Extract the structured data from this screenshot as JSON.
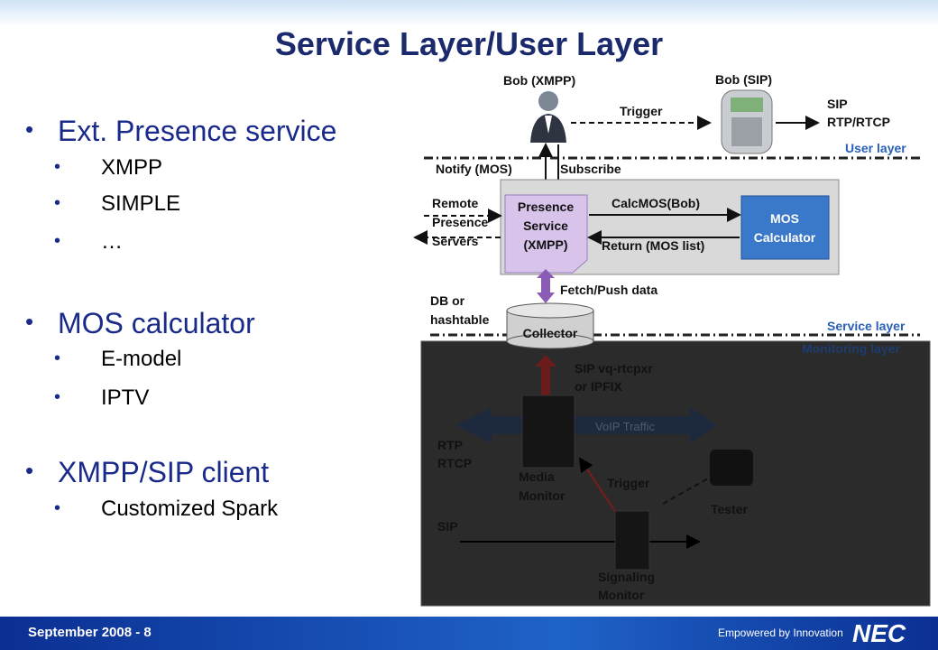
{
  "title": "Service Layer/User Layer",
  "bullets": [
    {
      "text": "Ext. Presence service",
      "subs": [
        "XMPP",
        "SIMPLE",
        "…"
      ]
    },
    {
      "text": "MOS calculator",
      "subs": [
        "E-model",
        "IPTV"
      ]
    },
    {
      "text": "XMPP/SIP client",
      "subs": [
        "Customized Spark"
      ]
    }
  ],
  "diagram": {
    "bob_xmpp": "Bob (XMPP)",
    "bob_sip": "Bob (SIP)",
    "trigger_top": "Trigger",
    "sip_label": "SIP",
    "rtp_rtcp": "RTP/RTCP",
    "user_layer": "User layer",
    "notify": "Notify (MOS)",
    "subscribe": "Subscribe",
    "remote": "Remote",
    "presence": "Presence",
    "servers": "Servers",
    "presence_service": [
      "Presence",
      "Service",
      "(XMPP)"
    ],
    "calcmos": "CalcMOS(Bob)",
    "return_mos": "Return (MOS list)",
    "mos_calculator": [
      "MOS",
      "Calculator"
    ],
    "fetch_push": "Fetch/Push data",
    "db_or": "DB or",
    "hashtable": "hashtable",
    "collector": "Collector",
    "service_layer": "Service layer",
    "monitoring_layer": "Monitoring layer",
    "sip_vq": "SIP vq-rtcpxr",
    "or_ipfix": "or IPFIX",
    "voip_traffic": "VoIP Traffic",
    "rtp": "RTP",
    "rtcp": "RTCP",
    "media": "Media",
    "monitor": "Monitor",
    "trigger_bottom": "Trigger",
    "tester": "Tester",
    "sip_bottom": "SIP",
    "signaling": "Signaling",
    "signaling_monitor": "Monitor"
  },
  "footer": {
    "date": "September 2008 - 8",
    "slogan": "Empowered by Innovation",
    "logo": "NEC"
  },
  "colors": {
    "title": "#1a2a6c",
    "bullet": "#1a2a8a",
    "footer": "#0b2f93",
    "dark_panel": "#2a2a2a"
  }
}
